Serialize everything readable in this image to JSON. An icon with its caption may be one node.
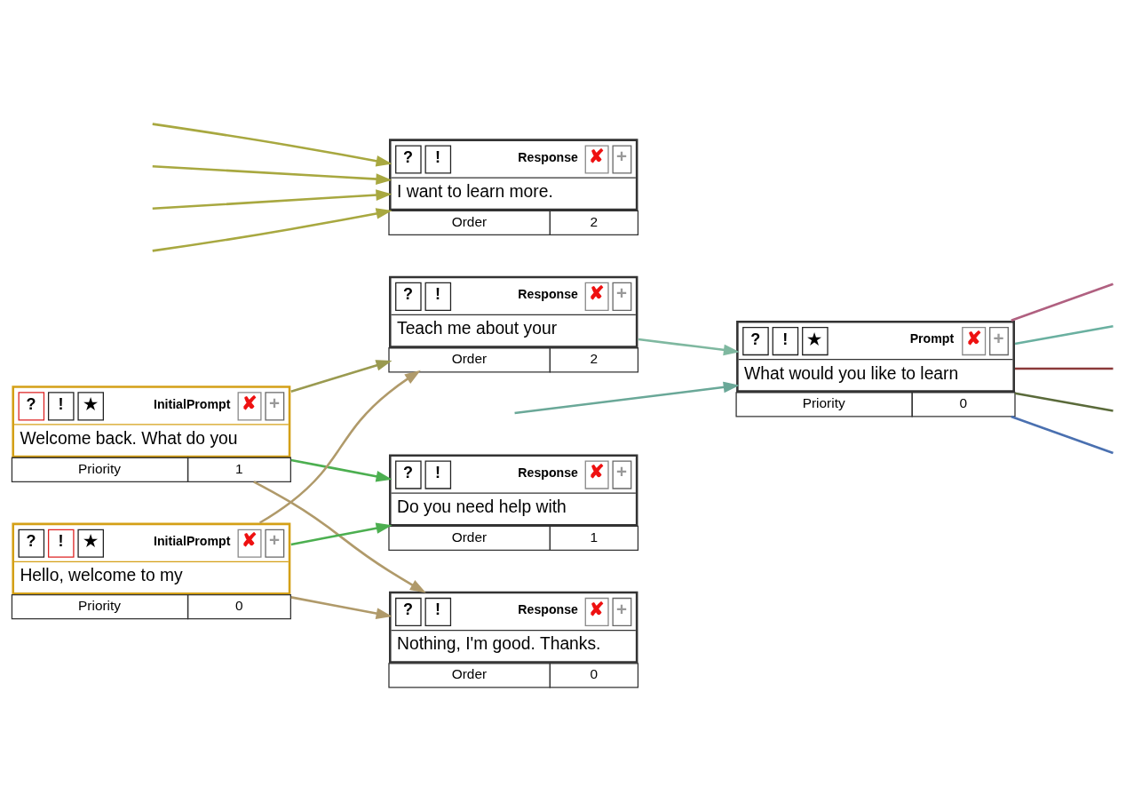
{
  "diagram": {
    "nodes": [
      {
        "text": [
          "?",
          "!",
          "★",
          "InitialPrompt",
          "✘",
          "+",
          "Welcome back. What do you",
          "Priority",
          "1"
        ]
      },
      {
        "text": [
          "?",
          "!",
          "★",
          "InitialPrompt",
          "✘",
          "+",
          "Hello, welcome to my",
          "Priority",
          "0"
        ]
      },
      {
        "text": [
          "?",
          "!",
          "Response",
          "✘",
          "+",
          "Teach me about your",
          "Order",
          "2"
        ]
      },
      {
        "text": [
          "?",
          "!",
          "Response",
          "✘",
          "+",
          "Do you need help with",
          "Order",
          "1"
        ]
      },
      {
        "text": [
          "?",
          "!",
          "Response",
          "✘",
          "+",
          "Nothing, I'm good. Thanks.",
          "Order",
          "0"
        ]
      },
      {
        "text": [
          "?",
          "!",
          "★",
          "Prompt",
          "✘",
          "+",
          "What would you like to learn",
          "Priority",
          "0"
        ]
      },
      {
        "text": [
          "?",
          "!",
          "Response",
          "✘",
          "+",
          "I want to learn more.",
          "Order",
          "2"
        ]
      }
    ],
    "edges": [
      {
        "from": 0,
        "to": 2,
        "arrow": "to",
        "color": "#9a9a50"
      },
      {
        "from": 0,
        "to": 3,
        "arrow": "to",
        "color": "#4caf50"
      },
      {
        "from": 0,
        "to": 4,
        "arrow": "to",
        "color": "#b09a6a"
      },
      {
        "from": 1,
        "to": 2,
        "arrow": "to",
        "color": "#b09a6a"
      },
      {
        "from": 1,
        "to": 3,
        "arrow": "to",
        "color": "#4caf50"
      },
      {
        "from": 1,
        "to": 4,
        "arrow": "to",
        "color": "#b09a6a"
      },
      {
        "from": 2,
        "to": 5,
        "arrow": "to",
        "color": "#7fb8a0"
      },
      {
        "from": null,
        "to": 5,
        "arrow": "to",
        "color": "#6aa898"
      },
      {
        "from": 5,
        "to": null,
        "arrow": "none",
        "color": "#b06080"
      },
      {
        "from": 5,
        "to": null,
        "arrow": "none",
        "color": "#4a70b0"
      },
      {
        "from": 5,
        "to": null,
        "arrow": "none",
        "color": "#5a6a3a"
      },
      {
        "from": 5,
        "to": null,
        "arrow": "none",
        "color": "#6ab0a0"
      },
      {
        "from": 5,
        "to": null,
        "arrow": "none",
        "color": "#8b3a3a"
      },
      {
        "from": null,
        "to": 6,
        "arrow": "to",
        "color": "#a8a840"
      },
      {
        "from": null,
        "to": 6,
        "arrow": "to",
        "color": "#a8a840"
      },
      {
        "from": null,
        "to": 6,
        "arrow": "to",
        "color": "#a8a840"
      },
      {
        "from": null,
        "to": 6,
        "arrow": "to",
        "color": "#a8a840"
      }
    ]
  }
}
